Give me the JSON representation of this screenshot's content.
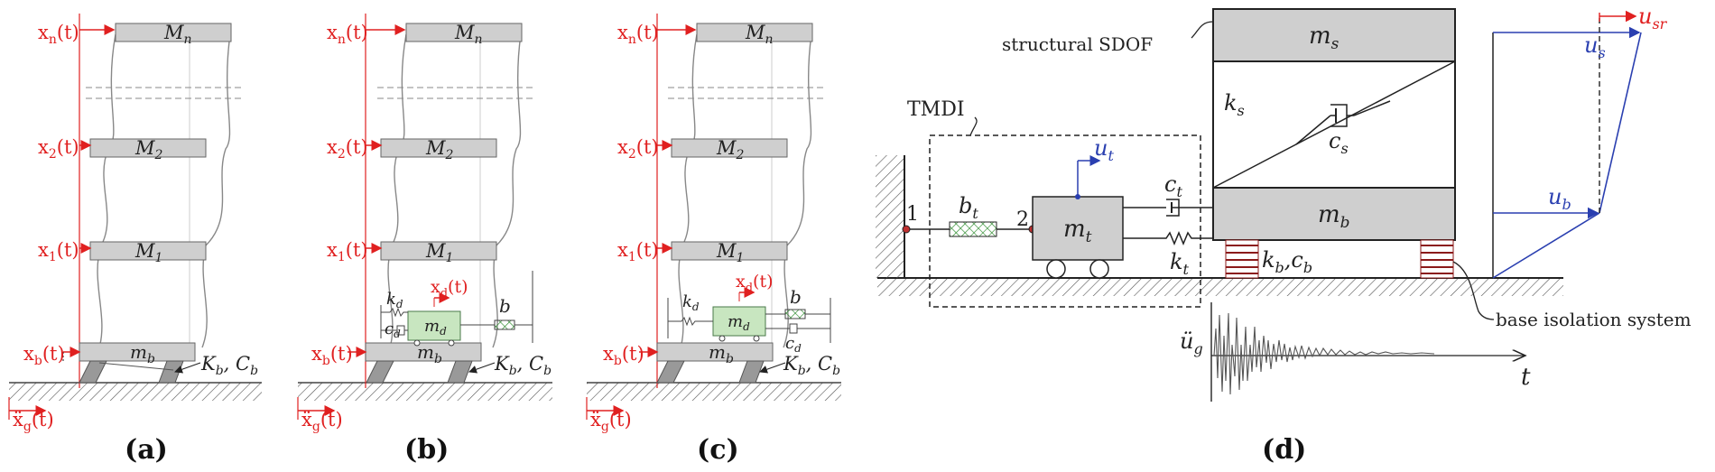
{
  "panels": {
    "a": {
      "caption": "(a)",
      "xn": "x",
      "xn_sub": "n",
      "xn_t": "(t)",
      "x2": "x",
      "x2_sub": "2",
      "x2_t": "(t)",
      "x1": "x",
      "x1_sub": "1",
      "x1_t": "(t)",
      "xb": "x",
      "xb_sub": "b",
      "xb_t": "(t)",
      "xg": "ẍ",
      "xg_sub": "g",
      "xg_t": "(t)",
      "Mn": "M",
      "Mn_sub": "n",
      "M2": "M",
      "M2_sub": "2",
      "M1": "M",
      "M1_sub": "1",
      "mb": "m",
      "mb_sub": "b",
      "KbCb": "K",
      "KbCb_sub1": "b",
      "KbCb_mid": ", C",
      "KbCb_sub2": "b"
    },
    "b": {
      "caption": "(b)",
      "xn": "x",
      "xn_sub": "n",
      "xn_t": "(t)",
      "x2": "x",
      "x2_sub": "2",
      "x2_t": "(t)",
      "x1": "x",
      "x1_sub": "1",
      "x1_t": "(t)",
      "xb": "x",
      "xb_sub": "b",
      "xb_t": "(t)",
      "xg": "ẍ",
      "xg_sub": "g",
      "xg_t": "(t)",
      "xd": "x",
      "xd_sub": "d",
      "xd_t": "(t)",
      "Mn": "M",
      "Mn_sub": "n",
      "M2": "M",
      "M2_sub": "2",
      "M1": "M",
      "M1_sub": "1",
      "mb": "m",
      "mb_sub": "b",
      "md": "m",
      "md_sub": "d",
      "kd": "k",
      "kd_sub": "d",
      "cd": "c",
      "cd_sub": "d",
      "b": "b",
      "KbCb": "K",
      "KbCb_sub1": "b",
      "KbCb_mid": ", C",
      "KbCb_sub2": "b"
    },
    "c": {
      "caption": "(c)",
      "xn": "x",
      "xn_sub": "n",
      "xn_t": "(t)",
      "x2": "x",
      "x2_sub": "2",
      "x2_t": "(t)",
      "x1": "x",
      "x1_sub": "1",
      "x1_t": "(t)",
      "xb": "x",
      "xb_sub": "b",
      "xb_t": "(t)",
      "xg": "ẍ",
      "xg_sub": "g",
      "xg_t": "(t)",
      "xd": "x",
      "xd_sub": "d",
      "xd_t": "(t)",
      "Mn": "M",
      "Mn_sub": "n",
      "M2": "M",
      "M2_sub": "2",
      "M1": "M",
      "M1_sub": "1",
      "mb": "m",
      "mb_sub": "b",
      "md": "m",
      "md_sub": "d",
      "kd": "k",
      "kd_sub": "d",
      "cd": "c",
      "cd_sub": "d",
      "b": "b",
      "KbCb": "K",
      "KbCb_sub1": "b",
      "KbCb_mid": ", C",
      "KbCb_sub2": "b"
    },
    "d": {
      "caption": "(d)",
      "tmdi": "TMDI",
      "structural": "structural SDOF",
      "base_iso": "base isolation system",
      "ms": "m",
      "ms_sub": "s",
      "mb": "m",
      "mb_sub": "b",
      "mt": "m",
      "mt_sub": "t",
      "ks": "k",
      "ks_sub": "s",
      "cs": "c",
      "cs_sub": "s",
      "ct": "c",
      "ct_sub": "t",
      "kt": "k",
      "kt_sub": "t",
      "bt": "b",
      "bt_sub": "t",
      "kbcb": "k",
      "kbcb_sub1": "b",
      "kbcb_mid": ",c",
      "kbcb_sub2": "b",
      "ut": "u",
      "ut_sub": "t",
      "us": "u",
      "us_sub": "s",
      "ub": "u",
      "ub_sub": "b",
      "usr": "u",
      "usr_sub": "sr",
      "node1": "1",
      "node2": "2",
      "ug": "ü",
      "ug_sub": "g",
      "t_axis": "t"
    }
  },
  "colors": {
    "red": "#e02020",
    "blue": "#2a3fb0",
    "mass_fill": "#cfcfcf",
    "tmd_fill": "#c8e6c0"
  }
}
